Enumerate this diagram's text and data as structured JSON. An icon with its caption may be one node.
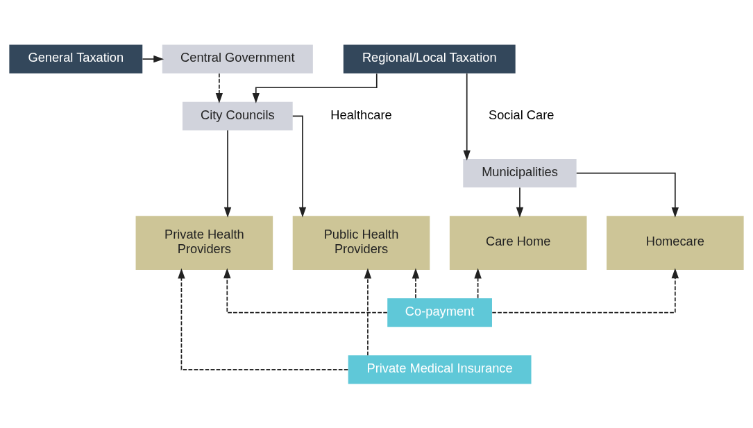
{
  "diagram": {
    "nodes": [
      {
        "text": [
          "General Taxation"
        ]
      },
      {
        "text": [
          "Central Government"
        ]
      },
      {
        "text": [
          "Regional/Local Taxation"
        ]
      },
      {
        "text": [
          "City Councils"
        ]
      },
      {
        "text": [
          "Municipalities"
        ]
      },
      {
        "text": [
          "Public Health Providers"
        ]
      },
      {
        "text": [
          "Private Health Providers"
        ]
      },
      {
        "text": [
          "Care Home"
        ]
      },
      {
        "text": [
          "Homecare"
        ]
      },
      {
        "text": [
          "Co-payment"
        ]
      },
      {
        "text": [
          "Private Medical Insurance"
        ]
      }
    ],
    "edges": [
      {
        "from": 0,
        "to": 1,
        "arrow": "to"
      },
      {
        "from": 1,
        "to": 3,
        "arrow": "to",
        "style": "dashed"
      },
      {
        "from": 2,
        "to": 3,
        "arrow": "to"
      },
      {
        "from": 2,
        "to": 4,
        "arrow": "to"
      },
      {
        "from": 3,
        "to": 5,
        "arrow": "to"
      },
      {
        "from": 3,
        "to": 6,
        "arrow": "to"
      },
      {
        "from": 4,
        "to": 7,
        "arrow": "to"
      },
      {
        "from": 4,
        "to": 8,
        "arrow": "to"
      },
      {
        "from": 9,
        "to": 5,
        "arrow": "to",
        "style": "dashed"
      },
      {
        "from": 9,
        "to": 6,
        "arrow": "to",
        "style": "dashed"
      },
      {
        "from": 9,
        "to": 7,
        "arrow": "to",
        "style": "dashed"
      },
      {
        "from": 9,
        "to": 8,
        "arrow": "to",
        "style": "dashed"
      },
      {
        "from": 10,
        "to": 5,
        "arrow": "to",
        "style": "dashed"
      },
      {
        "from": 10,
        "to": 6,
        "arrow": "to",
        "style": "dashed"
      }
    ],
    "labels": [
      "Healthcare",
      "Social Care"
    ]
  }
}
